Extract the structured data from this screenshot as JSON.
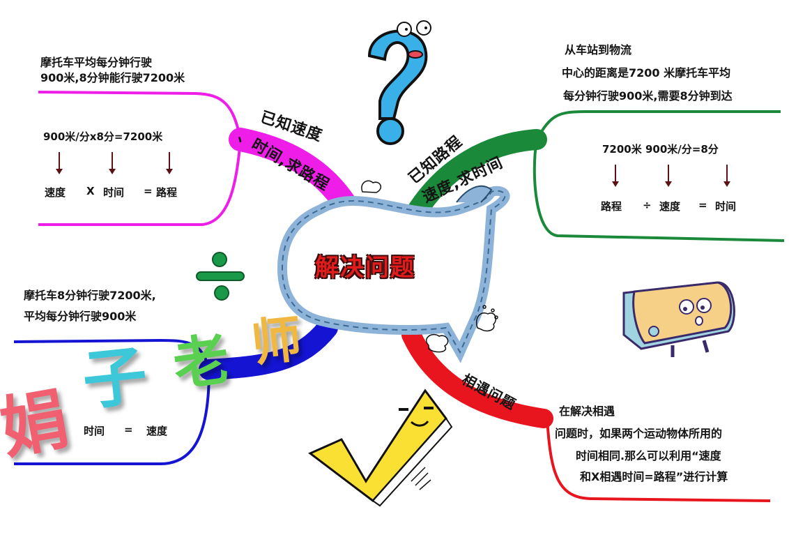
{
  "center": {
    "title": "解决问题",
    "bubble_fill": "#ffffff",
    "bubble_border": "#8db3d9",
    "title_color": "#e01c1c"
  },
  "branches": [
    {
      "id": "distance",
      "color": "#ee1ee8",
      "label_line1": "已知速度",
      "label_line2": "、时间,求路程",
      "note_line1": "摩托车平均每分钟行驶",
      "note_line2": "900米,8分钟能行驶7200米",
      "formula_top": "900米/分x8分=7200米",
      "formula_bottom": [
        "速度",
        "X",
        "时间",
        "=",
        "路程"
      ]
    },
    {
      "id": "time",
      "color": "#1a8a3a",
      "label_line1": "已知路程",
      "label_line2": "速度,求时间",
      "note_line1": "从车站到物流",
      "note_line2": "中心的距离是7200 米摩托车平均",
      "note_line3": "每分钟行驶900米,需要8分钟到达",
      "formula_top": "7200米 900米/分=8分",
      "formula_bottom": [
        "路程",
        "÷",
        "速度",
        "=",
        "时间"
      ]
    },
    {
      "id": "speed",
      "color": "#1414d2",
      "label_symbol": "÷",
      "note_line1": "摩托车8分钟行驶7200米,",
      "note_line2": "平均每分钟行驶900米",
      "formula_bottom": [
        "时间",
        "=",
        "速度"
      ]
    },
    {
      "id": "meeting",
      "color": "#e8141e",
      "label_line1": "相遇问题",
      "note_line1": "在解决相遇",
      "note_line2": "问题时，如果两个运动物体所用的",
      "note_line3": "时间相同.那么可以利用“速度",
      "note_line4": "和X相遇时间=路程”进行计算"
    }
  ],
  "decorations": {
    "question_mark_icon": "?",
    "divide_icon": "÷",
    "checkmark_icon": "✓",
    "watermark": [
      "娟",
      "子",
      "老",
      "师"
    ],
    "watermark_colors": [
      "#f06070",
      "#3cc8d8",
      "#5ad050",
      "#f0b840"
    ]
  }
}
